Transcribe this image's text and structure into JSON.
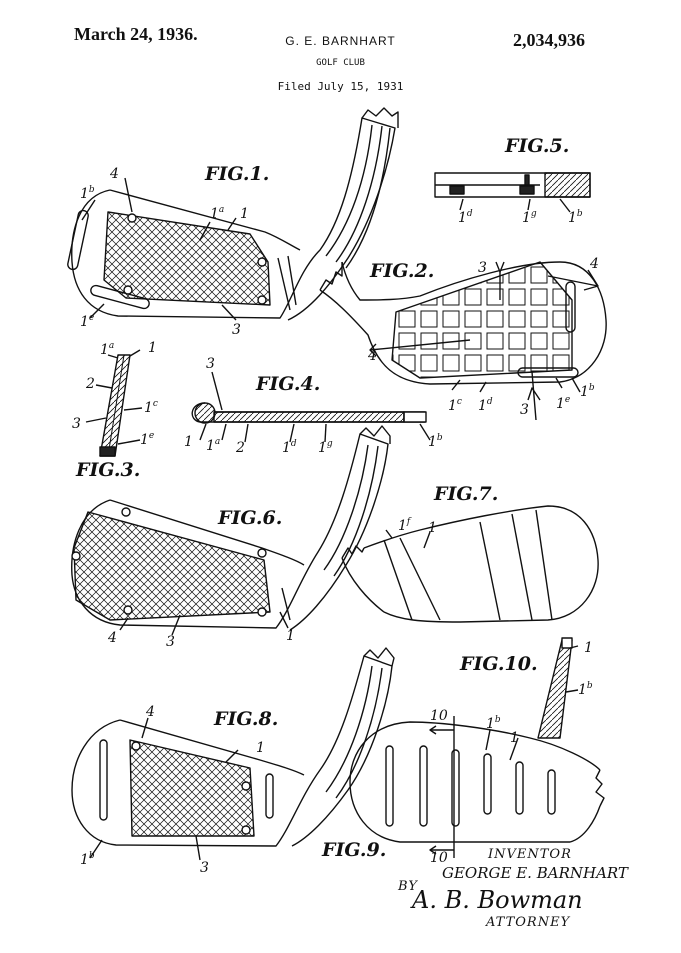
{
  "header": {
    "date": "March 24, 1936.",
    "inventor_name": "G. E. BARNHART",
    "patent_number": "2,034,936",
    "title": "GOLF CLUB",
    "filed": "Filed July 15, 1931"
  },
  "figures": {
    "fig1": "FIG.1.",
    "fig2": "FIG.2.",
    "fig3": "FIG.3.",
    "fig4": "FIG.4.",
    "fig5": "FIG.5.",
    "fig6": "FIG.6.",
    "fig7": "FIG.7.",
    "fig8": "FIG.8.",
    "fig9": "FIG.9.",
    "fig10": "FIG.10."
  },
  "refs": {
    "r1": "1",
    "r2": "2",
    "r3": "3",
    "r4": "4",
    "r10": "10",
    "sup_a": "a",
    "sup_b": "b",
    "sup_c": "c",
    "sup_d": "d",
    "sup_e": "e",
    "sup_f": "f",
    "sup_g": "g"
  },
  "signature": {
    "inventor_label": "INVENTOR",
    "inventor_full": "GEORGE E. BARNHART",
    "by": "BY",
    "attorney_signature": "A. B. Bowman",
    "attorney_label": "ATTORNEY"
  }
}
